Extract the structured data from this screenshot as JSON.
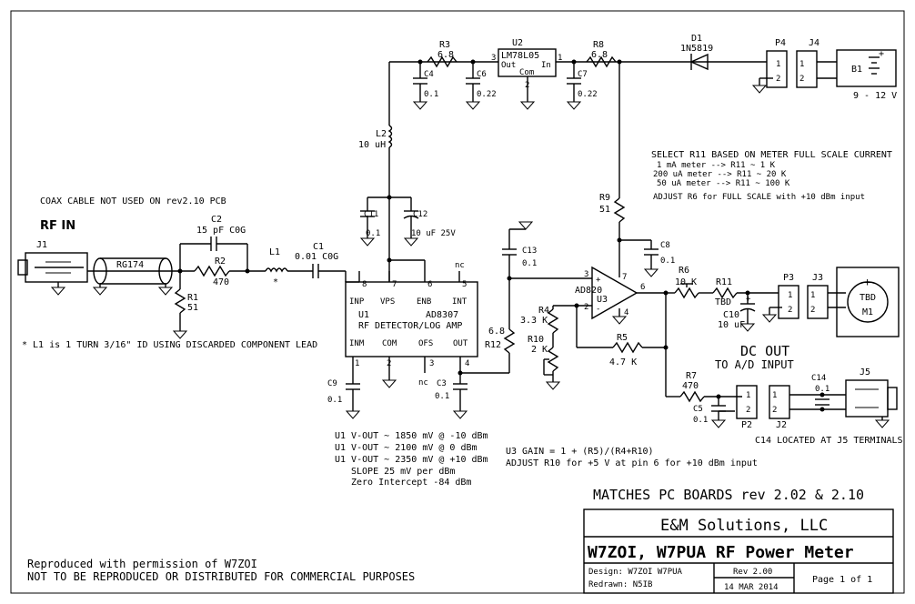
{
  "labels": {
    "r3": [
      "R3",
      "6.8"
    ],
    "u2": [
      "U2",
      "LM78L05",
      "Out",
      "In",
      "Com",
      "3",
      "1",
      "2"
    ],
    "r8": [
      "R8",
      "6.8"
    ],
    "d1": [
      "D1",
      "1N5819"
    ],
    "p4": [
      "P4",
      "1",
      "2"
    ],
    "j4": [
      "J4",
      "1",
      "2"
    ],
    "b1": [
      "B1",
      "+",
      "9 - 12 V"
    ],
    "c4": [
      "C4",
      "0.1"
    ],
    "c6": [
      "C6",
      "0.22"
    ],
    "c7": [
      "C7",
      "0.22"
    ],
    "l2": [
      "L2",
      "10 uH"
    ],
    "note_r11": [
      "SELECT R11 BASED ON METER FULL SCALE CURRENT",
      "1 mA meter --> R11 ~ 1 K",
      "200 uA meter --> R11 ~ 20 K",
      "50 uA meter --> R11 ~ 100 K",
      "ADJUST R6 for FULL SCALE with +10 dBm input"
    ],
    "coax_note": "COAX CABLE NOT USED ON rev2.10 PCB",
    "rf_in": "RF IN",
    "c2": [
      "C2",
      "15 pF C0G"
    ],
    "j1": "J1",
    "rg174": "RG174",
    "r2": [
      "R2",
      "470"
    ],
    "l1": [
      "L1",
      "*"
    ],
    "c1": [
      "C1",
      "0.01 C0G"
    ],
    "r1": [
      "R1",
      "51"
    ],
    "l1_note": "* L1 is 1 TURN 3/16\" ID USING DISCARDED COMPONENT LEAD",
    "c11": [
      "C11",
      "0.1"
    ],
    "c12": [
      "C12",
      "10 uF 25V"
    ],
    "r9": [
      "R9",
      "51"
    ],
    "c13": [
      "C13",
      "0.1"
    ],
    "c8": [
      "C8",
      "0.1"
    ],
    "u1_pins_top": [
      "8",
      "7",
      "6",
      "5",
      "INP",
      "VPS",
      "ENB",
      "INT",
      "nc"
    ],
    "u1": [
      "U1",
      "AD8307",
      "RF DETECTOR/LOG AMP"
    ],
    "u1_pins_bottom": [
      "INM",
      "COM",
      "OFS",
      "OUT",
      "1",
      "2",
      "3",
      "4",
      "nc"
    ],
    "r12": [
      "6.8",
      "R12"
    ],
    "u3": [
      "AD820",
      "U3",
      "+",
      "-",
      "3",
      "2",
      "7",
      "6",
      "4"
    ],
    "r4": [
      "R4",
      "3.3 K"
    ],
    "r10": [
      "R10",
      "2 K"
    ],
    "r5": [
      "R5",
      "4.7 K"
    ],
    "r6": [
      "R6",
      "10 K"
    ],
    "r11": [
      "R11",
      "TBD"
    ],
    "c10": [
      "C10",
      "10 uF",
      "+"
    ],
    "p3": [
      "P3",
      "1",
      "2"
    ],
    "j3": [
      "J3",
      "1",
      "2"
    ],
    "m1": [
      "TBD",
      "M1",
      "+"
    ],
    "dc_out": [
      "DC OUT",
      "TO A/D INPUT"
    ],
    "c9": [
      "C9",
      "0.1"
    ],
    "c3": [
      "C3",
      "0.1"
    ],
    "r7": [
      "R7",
      "470"
    ],
    "c5": [
      "C5",
      "0.1"
    ],
    "p2": [
      "P2",
      "1",
      "2"
    ],
    "j2": [
      "J2",
      "1",
      "2"
    ],
    "c14": [
      "C14",
      "0.1",
      "C14 LOCATED AT J5 TERMINALS"
    ],
    "j5": "J5",
    "u1_notes": [
      "U1 V-OUT ~  1850 mV @ -10 dBm",
      "U1 V-OUT ~  2100 mV @ 0 dBm",
      "U1 V-OUT ~  2350 mV @ +10 dBm",
      "SLOPE 25 mV per dBm",
      "Zero Intercept -84 dBm"
    ],
    "u3_notes": [
      "U3 GAIN = 1 + (R5)/(R4+R10)",
      "ADJUST R10 for +5 V at pin 6 for +10 dBm input"
    ],
    "matches": "MATCHES PC BOARDS rev 2.02 & 2.10",
    "permission": [
      "Reproduced with permission of W7ZOI",
      "NOT TO BE REPRODUCED OR DISTRIBUTED FOR COMMERCIAL PURPOSES"
    ]
  },
  "title_block": {
    "company": "E&M Solutions, LLC",
    "title": "W7ZOI, W7PUA RF Power Meter",
    "design": "Design: W7ZOI W7PUA",
    "redrawn": "Redrawn: N5IB",
    "rev": "Rev 2.00",
    "date": "14 MAR 2014",
    "page": "Page 1 of 1"
  }
}
